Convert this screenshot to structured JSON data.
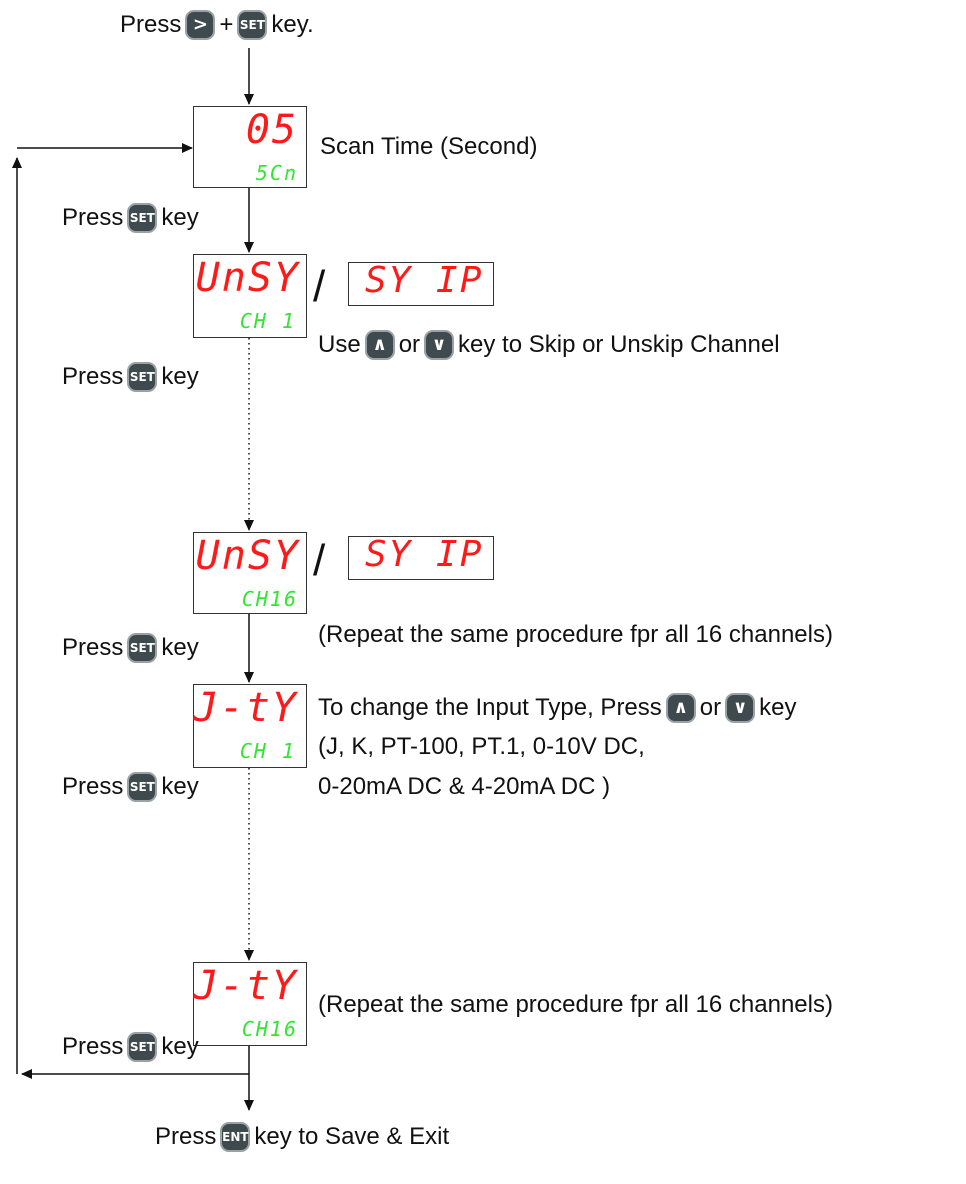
{
  "top_instruction": {
    "prefix": "Press",
    "plus": "+",
    "suffix": "key.",
    "key1": ">",
    "key2": "SET"
  },
  "scan": {
    "red": "05",
    "green": "5Cn",
    "label": "Scan Time (Second)"
  },
  "press_set": {
    "prefix": "Press",
    "key": "SET",
    "suffix": "key"
  },
  "skip1": {
    "red": "UnSY",
    "green": "CH 1",
    "slash": "/",
    "alt": "SY IP"
  },
  "skip_help": {
    "prefix": "Use",
    "or": "or",
    "suffix": "key to Skip or Unskip Channel",
    "up": "∧",
    "down": "∨"
  },
  "skip16": {
    "red": "UnSY",
    "green": "CH16",
    "slash": "/",
    "alt": "SY IP"
  },
  "repeat_text": "(Repeat the same procedure fpr all 16 channels)",
  "type1": {
    "red": "J-tY",
    "green": "CH 1"
  },
  "type_help": {
    "line1_prefix": "To change the Input Type, Press",
    "or": "or",
    "line1_suffix": "key",
    "line2": "(J, K, PT-100, PT.1, 0-10V DC,",
    "line3": "0-20mA DC & 4-20mA DC )"
  },
  "type16": {
    "red": "J-tY",
    "green": "CH16"
  },
  "exit": {
    "prefix": "Press",
    "key": "ENT",
    "suffix": "key to Save & Exit"
  },
  "colors": {
    "red_digits": "#ff1a1a",
    "green_digits": "#33e533",
    "key_bg": "#3f4a4f"
  }
}
